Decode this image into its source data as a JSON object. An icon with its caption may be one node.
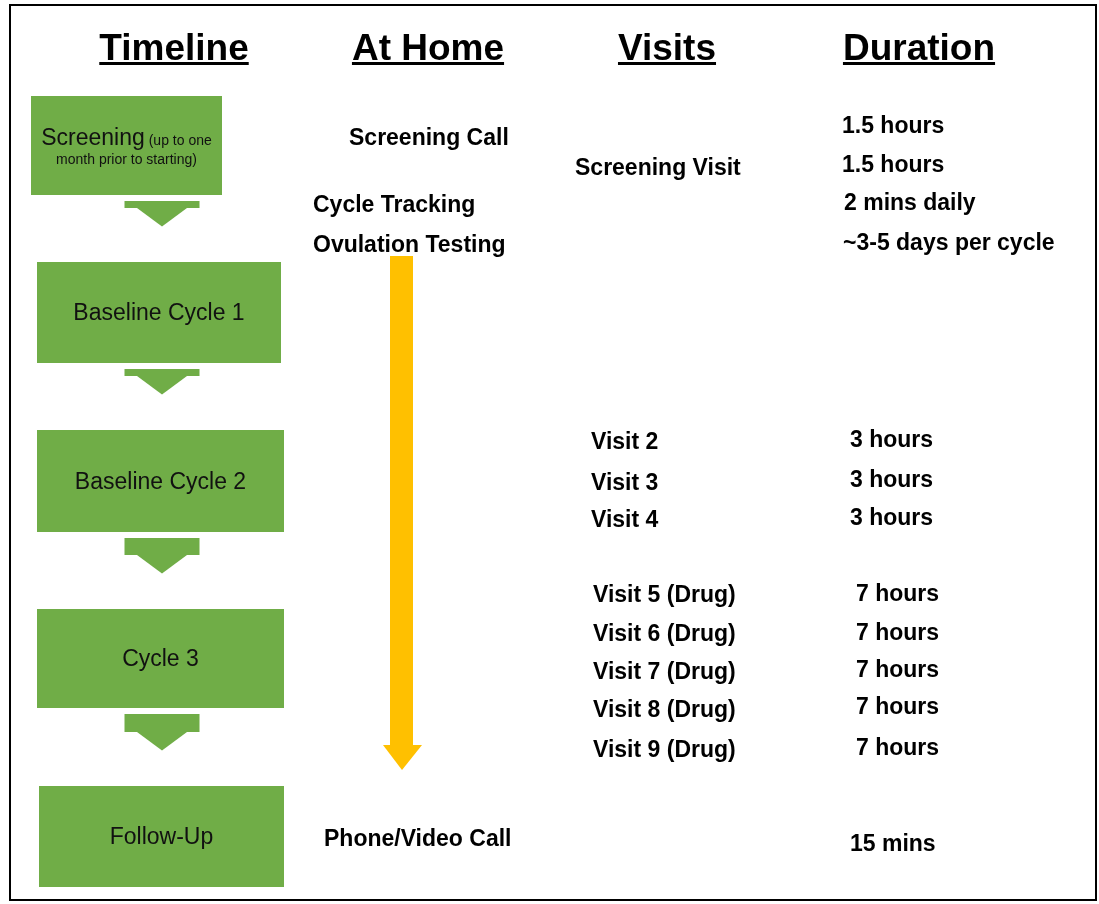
{
  "diagram": {
    "nodes": [
      {
        "text": [
          "Screening",
          "(up to one month prior to starting)"
        ]
      },
      {
        "text": [
          "Baseline Cycle 1"
        ]
      },
      {
        "text": [
          "Baseline Cycle 2"
        ]
      },
      {
        "text": [
          "Cycle 3"
        ]
      },
      {
        "text": [
          "Follow-Up"
        ]
      }
    ],
    "edges": [
      {
        "from": 0,
        "to": 1,
        "arrow": "to"
      },
      {
        "from": 1,
        "to": 2,
        "arrow": "to"
      },
      {
        "from": 2,
        "to": 3,
        "arrow": "to"
      },
      {
        "from": 3,
        "to": 4,
        "arrow": "to"
      }
    ],
    "labels": [
      "Timeline",
      "At Home",
      "Visits",
      "Duration",
      "1.5 hours",
      "Screening Call",
      "Screening Visit",
      "1.5 hours",
      "Cycle Tracking",
      "2 mins daily",
      "Ovulation Testing",
      "~3-5 days per cycle",
      "Visit 2",
      "3 hours",
      "Visit 3",
      "3 hours",
      "Visit 4",
      "3 hours",
      "Visit 5 (Drug)",
      "7 hours",
      "Visit 6 (Drug)",
      "7 hours",
      "Visit 7 (Drug)",
      "7 hours",
      "Visit 8 (Drug)",
      "7 hours",
      "Visit 9 (Drug)",
      "7 hours",
      "Phone/Video Call",
      "15 mins"
    ]
  }
}
